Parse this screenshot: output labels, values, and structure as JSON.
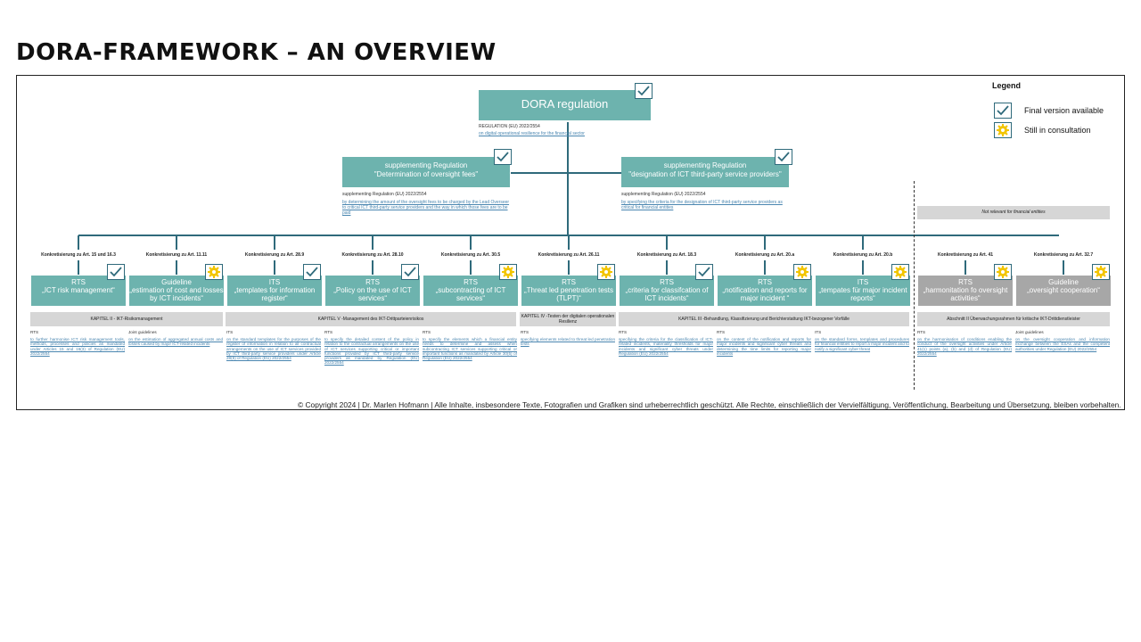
{
  "page_title": "DORA-FRAMEWORK – AN OVERVIEW",
  "legend": {
    "title": "Legend",
    "final": "Final version available",
    "consultation": "Still in consultation"
  },
  "root": {
    "title": "DORA regulation",
    "ref": "REGULATION (EU) 2022/2554",
    "link": "on digital operational resilience for the financial sector",
    "status": "final"
  },
  "supp": [
    {
      "line1": "supplementing Regulation",
      "line2": "\"Determination of oversight fees\"",
      "ref": "supplementing Regulation (EU) 2022/2554",
      "link": "by determining the amount of the oversight fees to be charged by the Lead Overseer to critical ICT third-party service providers and the way in which those fees are to be paid",
      "status": "final"
    },
    {
      "line1": "supplementing Regulation",
      "line2": "\"designation of ICT third-party service providers\"",
      "ref": "supplementing Regulation (EU) 2022/2554",
      "link": "by specifying the criteria for the designation of ICT third-party service providers as critical for financial entities",
      "status": "final"
    }
  ],
  "not_relevant": "Not relevant for financial entities",
  "items": [
    {
      "konkret": "Konkretisierung zu Art. 15 und 16.3",
      "type": "RTS",
      "name": "„ICT risk management“",
      "status": "final",
      "kind": "RTS",
      "desc": "to further harmonise ICT risk management tools, methods, processes and policies as mandated under Articles 15 and 16(3) of Regulation (EU) 2022/2554",
      "grey": false
    },
    {
      "konkret": "Konkretisierung zu Art. 11.11",
      "type": "Guideline",
      "name": "„estimation of cost and losses by ICT incidents“",
      "status": "consultation",
      "kind": "Joint guidelines",
      "desc": "on the estimation of aggregated annual costs and losses caused by major ICT-related incidents",
      "grey": false
    },
    {
      "konkret": "Konkretisierung zu Art. 28.9",
      "type": "ITS",
      "name": "„templates for information register“",
      "status": "final",
      "kind": "ITS",
      "desc": "on the standard templates for the purposes of the register of information in relation to all contractual arrangements on the use of ICT services provided by ICT third-party service providers under Article 28(9) of Regulation (EU) 2022/2554",
      "grey": false
    },
    {
      "konkret": "Konkretisierung zu Art. 28.10",
      "type": "RTS",
      "name": "„Policy on the use of ICT services“",
      "status": "final",
      "kind": "RTS",
      "desc": "to specify the detailed content of the policy in relation to the contractual arrangements on the use of ICT services supporting critical or important functions provided by ICT third-party service providers as mandated by Regulation (EU) 2022/2554",
      "grey": false
    },
    {
      "konkret": "Konkretisierung zu Art. 30.5",
      "type": "RTS",
      "name": "„subcontracting of ICT services“",
      "status": "consultation",
      "kind": "RTS",
      "desc": "to specify the elements which a financial entity needs to determine and assess when subcontracting ICT services supporting critical or important functions as mandated by Article 30(5) of Regulation (EU) 2022/2554",
      "grey": false
    },
    {
      "konkret": "Konkretisierung zu Art. 26.11",
      "type": "RTS",
      "name": "„Threat led penetration tests (TLPT)“",
      "status": "consultation",
      "kind": "RTS",
      "desc": "specifying elements related to threat led penetration tests",
      "grey": false
    },
    {
      "konkret": "Konkretisierung zu Art. 18.3",
      "type": "RTS",
      "name": "„criteria for classifcation of ICT incidents“",
      "status": "final",
      "kind": "RTS",
      "desc": "specifying the criteria for the classification of ICT-related incidents, materiality thresholds for major incidents and significant cyber threats under Regulation (EU) 2022/2554",
      "grey": false
    },
    {
      "konkret": "Konkretisierung zu Art. 20.a",
      "type": "RTS",
      "name": "„notification and reports for major incident “",
      "status": "consultation",
      "kind": "RTS",
      "desc": "on the content of the notification and reports for major incidents and significant cyber threats and determining the time limits for reporting major incidents",
      "grey": false
    },
    {
      "konkret": "Konkretisierung zu Art. 20.b",
      "type": "ITS",
      "name": "„tempates für major incident reports“",
      "status": "consultation",
      "kind": "ITS",
      "desc": "on the standard forms, templates and procedures for financial entities to report a major incident and to notify a significant cyber threat",
      "grey": false
    },
    {
      "konkret": "Konkretisierung zu Art. 41",
      "type": "RTS",
      "name": "„harmonitation fo oversight activities“",
      "status": "consultation",
      "kind": "RTS",
      "desc": "on the harmonisation of conditions enabling the conduct of the oversight activities under Article 41(1) points (a), (b) and (d) of Regulation (EU) 2022/2554",
      "grey": true
    },
    {
      "konkret": "Konkretisierung zu Art. 32.7",
      "type": "Guideline",
      "name": "„oversight cooperation“",
      "status": "consultation",
      "kind": "Joint guidelines",
      "desc": "on the oversight cooperation and information exchange between the ESAs and the competent authorities under Regulation (EU) 2022/2554",
      "grey": true
    }
  ],
  "chapters": [
    "KAPITEL II - IKT-Risikomanagement",
    "KAPITEL V -Management des IKT-Drittparteienrisikos",
    "KAPITEL IV -Testen der digitalen operationalen Resilienz",
    "KAPITEL III -Behandlung, Klassifizierung und Berichterstattung IKT-bezogener Vorfälle",
    "Abschnitt II Überwachungsrahmen für kritische IKT-Drittdienstleister"
  ],
  "copyright": "© Copyright 2024 | Dr. Marlen Hofmann | Alle Inhalte, insbesondere Texte, Fotografien und Grafiken sind urheberrechtlich geschützt. Alle Rechte, einschließlich der Vervielfältigung, Veröffentlichung, Bearbeitung und Übersetzung, bleiben vorbehalten.",
  "colors": {
    "teal": "#6db3ae",
    "grey": "#a7a7a7",
    "line": "#2f6a7b",
    "gear": "#f2c500"
  }
}
